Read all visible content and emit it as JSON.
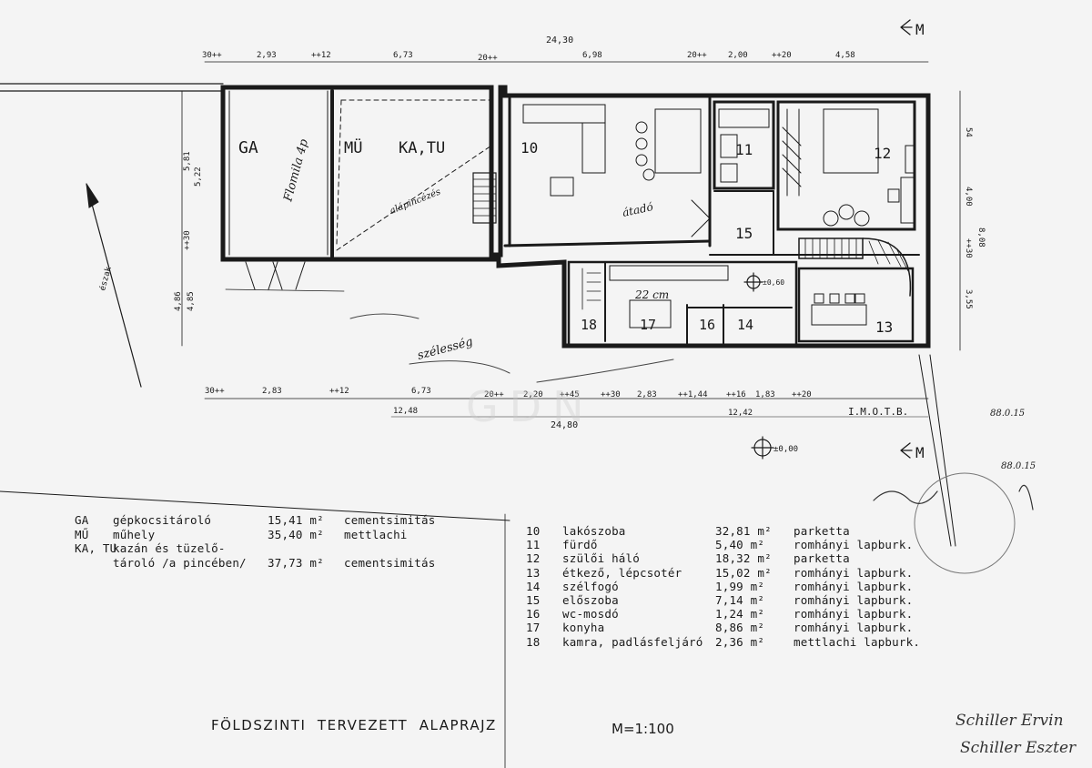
{
  "rooms": {
    "ga": "GA",
    "mu": "MÜ",
    "katu": "KA,TU",
    "r10": "10",
    "r11": "11",
    "r12": "12",
    "r13": "13",
    "r14": "14",
    "r15": "15",
    "r16": "16",
    "r17": "17",
    "r18": "18"
  },
  "dims": {
    "top_total": "24,30",
    "top_segs": [
      "30++",
      "2,93",
      "++12",
      "6,73",
      "20++",
      "6,98",
      "20++",
      "2,00",
      "++20",
      "4,58"
    ],
    "bot_segs": [
      "30++",
      "2,83",
      "++12",
      "6,73",
      "20++",
      "2,20",
      "++45",
      "++30",
      "2,83",
      "++1,44",
      "++16",
      "1,83",
      "++20"
    ],
    "bot_sub": [
      "12,48",
      "12,42"
    ],
    "bot_total": "24,80",
    "right": [
      "54",
      "4,00",
      "8,08",
      "++30",
      "3,55"
    ],
    "left": [
      "5,81",
      "5,22",
      "++30",
      "4,86",
      "4,85"
    ],
    "level": "±0,00",
    "level_inner": "±0,60",
    "section": "M",
    "north": "észak",
    "bot_right_tag": "I.M.O.T.B."
  },
  "handwriting": {
    "flomila": "Flomila 4p",
    "alapince": "alápincézés",
    "atado": "átadó",
    "szelesseg": "szélesség",
    "notes": "22 cm",
    "date1": "88.0.15",
    "date2": "88.0.15"
  },
  "legend_left": [
    {
      "code": "GA",
      "name": "gépkocsitároló",
      "area": "15,41 m²",
      "floor": "cementsimitás"
    },
    {
      "code": "MŰ",
      "name": "műhely",
      "area": "35,40 m²",
      "floor": "mettlachi"
    },
    {
      "code": "KA, TU",
      "name": "kazán és tüzelő-",
      "area": "",
      "floor": ""
    },
    {
      "code": "",
      "name": "tároló /a pincében/",
      "area": "37,73 m²",
      "floor": "cementsimitás"
    }
  ],
  "legend_right": [
    {
      "code": "10",
      "name": "lakószoba",
      "area": "32,81 m²",
      "floor": "parketta"
    },
    {
      "code": "11",
      "name": "fürdő",
      "area": "5,40 m²",
      "floor": "romhányi lapburk."
    },
    {
      "code": "12",
      "name": "szülői háló",
      "area": "18,32 m²",
      "floor": "parketta"
    },
    {
      "code": "13",
      "name": "étkező, lépcsotér",
      "area": "15,02 m²",
      "floor": "romhányi lapburk."
    },
    {
      "code": "14",
      "name": "szélfogó",
      "area": "1,99 m²",
      "floor": "romhányi lapburk."
    },
    {
      "code": "15",
      "name": "előszoba",
      "area": "7,14 m²",
      "floor": "romhányi lapburk."
    },
    {
      "code": "16",
      "name": "wc-mosdó",
      "area": "1,24 m²",
      "floor": "romhányi lapburk."
    },
    {
      "code": "17",
      "name": "konyha",
      "area": "8,86 m²",
      "floor": "romhányi lapburk."
    },
    {
      "code": "18",
      "name": "kamra, padlásfeljáró",
      "area": "2,36 m²",
      "floor": "mettlachi lapburk."
    }
  ],
  "footer": {
    "title": "FÖLDSZINTI  TERVEZETT  ALAPRAJZ",
    "scale": "M=1:100",
    "sig1": "Schiller Ervin",
    "sig2": "Schiller Eszter"
  },
  "watermark": "GDN",
  "colors": {
    "ink": "#1a1a1a",
    "paper": "#f4f4f4"
  }
}
